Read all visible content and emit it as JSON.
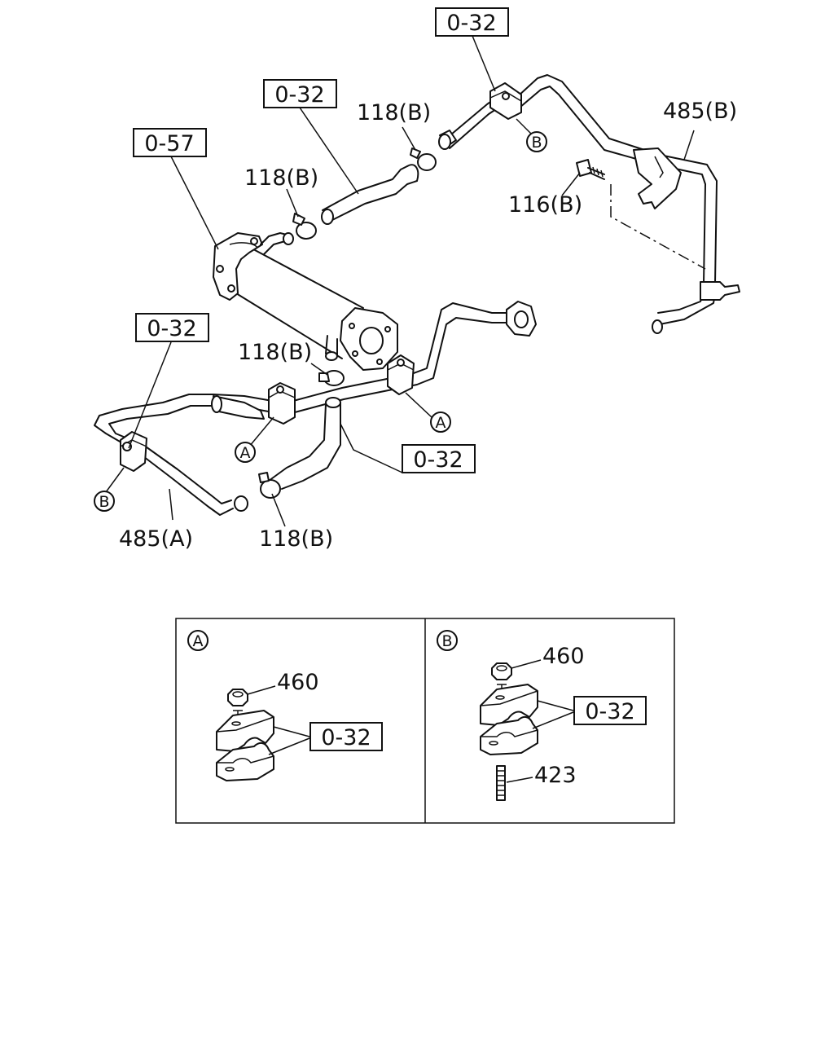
{
  "labels": {
    "ref_top": "0-32",
    "ref_hose_upper": "0-32",
    "ref_cooler": "0-57",
    "ref_left": "0-32",
    "ref_lower_hose": "0-32",
    "clip_top": "118(B)",
    "clip_upper": "118(B)",
    "clip_middle": "118(B)",
    "clip_lower": "118(B)",
    "pipe_b": "485(B)",
    "pipe_a": "485(A)",
    "bolt": "116(B)",
    "marker_a_main": "A",
    "marker_a_left": "A",
    "marker_b_top": "B",
    "marker_b_left": "B"
  },
  "detail_a": {
    "marker": "A",
    "nut": "460",
    "ref": "0-32"
  },
  "detail_b": {
    "marker": "B",
    "nut": "460",
    "ref": "0-32",
    "stud": "423"
  }
}
